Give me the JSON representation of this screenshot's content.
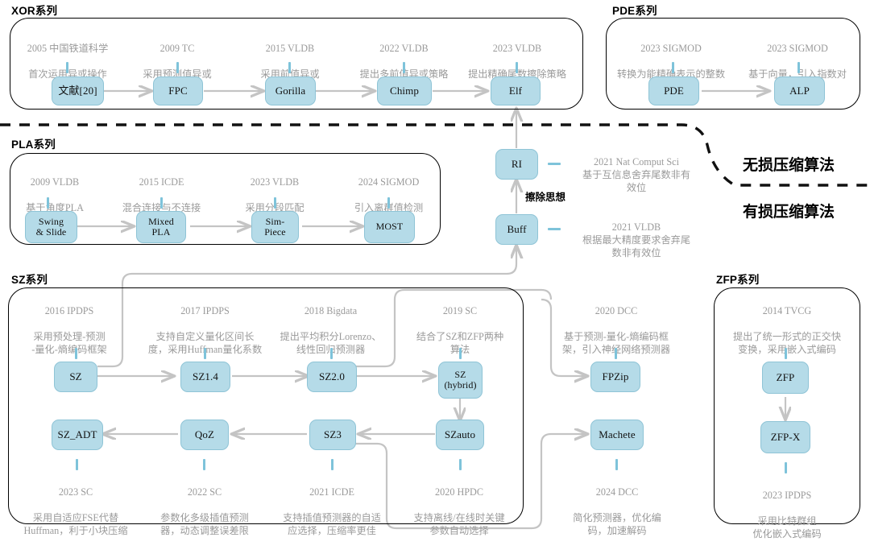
{
  "groups": {
    "xor": {
      "title": "XOR系列"
    },
    "pde": {
      "title": "PDE系列"
    },
    "pla": {
      "title": "PLA系列"
    },
    "sz": {
      "title": "SZ系列"
    },
    "zfp": {
      "title": "ZFP系列"
    }
  },
  "side_labels": {
    "lossless": "无损压缩算法",
    "lossy": "有损压缩算法",
    "erase_idea": "擦除思想"
  },
  "xor_nodes": [
    {
      "label": "文献[20]",
      "year": "2005 中国铁道科学",
      "desc": "首次运用异或操作"
    },
    {
      "label": "FPC",
      "year": "2009 TC",
      "desc": "采用预测值异或"
    },
    {
      "label": "Gorilla",
      "year": "2015 VLDB",
      "desc": "采用前值异或"
    },
    {
      "label": "Chimp",
      "year": "2022 VLDB",
      "desc": "提出多前值异或策略"
    },
    {
      "label": "Elf",
      "year": "2023 VLDB",
      "desc": "提出精确尾数擦除策略"
    }
  ],
  "pde_nodes": [
    {
      "label": "PDE",
      "year": "2023 SIGMOD",
      "desc": "转换为能精确表示的整数"
    },
    {
      "label": "ALP",
      "year": "2023 SIGMOD",
      "desc": "基于向量，引入指数对"
    }
  ],
  "pla_nodes": [
    {
      "label": "Swing\n& Slide",
      "year": "2009 VLDB",
      "desc": "基于角度PLA"
    },
    {
      "label": "Mixed\nPLA",
      "year": "2015 ICDE",
      "desc": "混合连接与不连接"
    },
    {
      "label": "Sim-\nPiece",
      "year": "2023 VLDB",
      "desc": "采用分段匹配"
    },
    {
      "label": "MOST",
      "year": "2024 SIGMOD",
      "desc": "引入离群值检测"
    }
  ],
  "mid_nodes": [
    {
      "label": "RI",
      "year": "2021 Nat Comput Sci",
      "desc": "基于互信息舍弃尾数非有\n效位"
    },
    {
      "label": "Buff",
      "year": "2021 VLDB",
      "desc": "根据最大精度要求舍弃尾\n数非有效位"
    }
  ],
  "sz_top_nodes": [
    {
      "label": "SZ",
      "year": "2016 IPDPS",
      "desc": "采用预处理-预测\n-量化-熵编码框架"
    },
    {
      "label": "SZ1.4",
      "year": "2017 IPDPS",
      "desc": "支持自定义量化区间长\n度，采用Huffman量化系数"
    },
    {
      "label": "SZ2.0",
      "year": "2018 Bigdata",
      "desc": "提出平均积分Lorenzo、\n线性回归预测器"
    },
    {
      "label": "SZ\n(hybrid)",
      "year": "2019 SC",
      "desc": "结合了SZ和ZFP两种\n算法"
    },
    {
      "label": "FPZip",
      "year": "2020 DCC",
      "desc": "基于预测-量化-熵编码框\n架，引入神经网络预测器"
    }
  ],
  "sz_bottom_nodes": [
    {
      "label": "SZ_ADT",
      "year": "2023 SC",
      "desc": "采用自适应FSE代替\nHuffman，利于小块压缩"
    },
    {
      "label": "QoZ",
      "year": "2022 SC",
      "desc": "参数化多级插值预测\n器，动态调整误差限"
    },
    {
      "label": "SZ3",
      "year": "2021 ICDE",
      "desc": "支持插值预测器的自适\n应选择，压缩率更佳"
    },
    {
      "label": "SZauto",
      "year": "2020 HPDC",
      "desc": "支持离线/在线时关键\n参数自动选择"
    },
    {
      "label": "Machete",
      "year": "2024 DCC",
      "desc": "简化预测器，优化编\n码，加速解码"
    }
  ],
  "zfp_nodes": [
    {
      "label": "ZFP",
      "year": "2014 TVCG",
      "desc": "提出了统一形式的正交快\n变换，采用嵌入式编码"
    },
    {
      "label": "ZFP-X",
      "year": "2023 IPDPS",
      "desc": "采用比特群组\n优化嵌入式编码"
    }
  ],
  "colors": {
    "node_fill": "#b5dbe8",
    "node_stroke": "#8fc4d6",
    "tick": "#7ec3da",
    "caption": "#9a9a9a",
    "arrow": "#c4c4c4",
    "outline": "#000000"
  }
}
